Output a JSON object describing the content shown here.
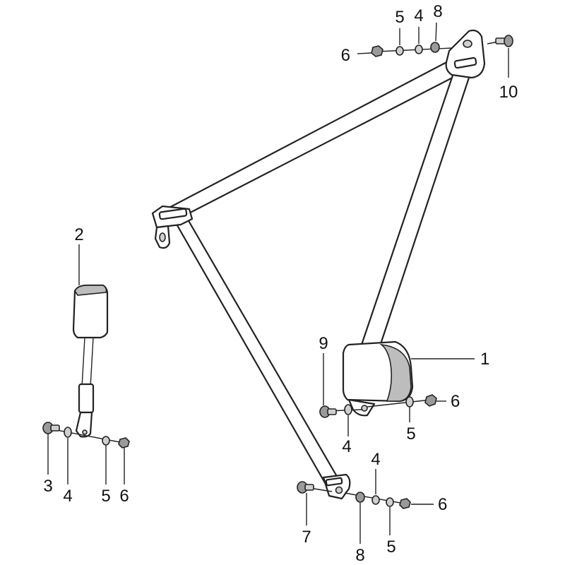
{
  "diagram": {
    "labels": {
      "l1": "1",
      "l2": "2",
      "l3": "3",
      "l4_top": "4",
      "l4_retractor": "4",
      "l4_buckle": "4",
      "l4_lower": "4",
      "l5_top": "5",
      "l5_retractor": "5",
      "l5_buckle": "5",
      "l5_lower": "5",
      "l6_top": "6",
      "l6_retractor": "6",
      "l6_buckle": "6",
      "l6_lower": "6",
      "l7": "7",
      "l8_top": "8",
      "l8_lower": "8",
      "l9": "9",
      "l10": "10"
    }
  }
}
